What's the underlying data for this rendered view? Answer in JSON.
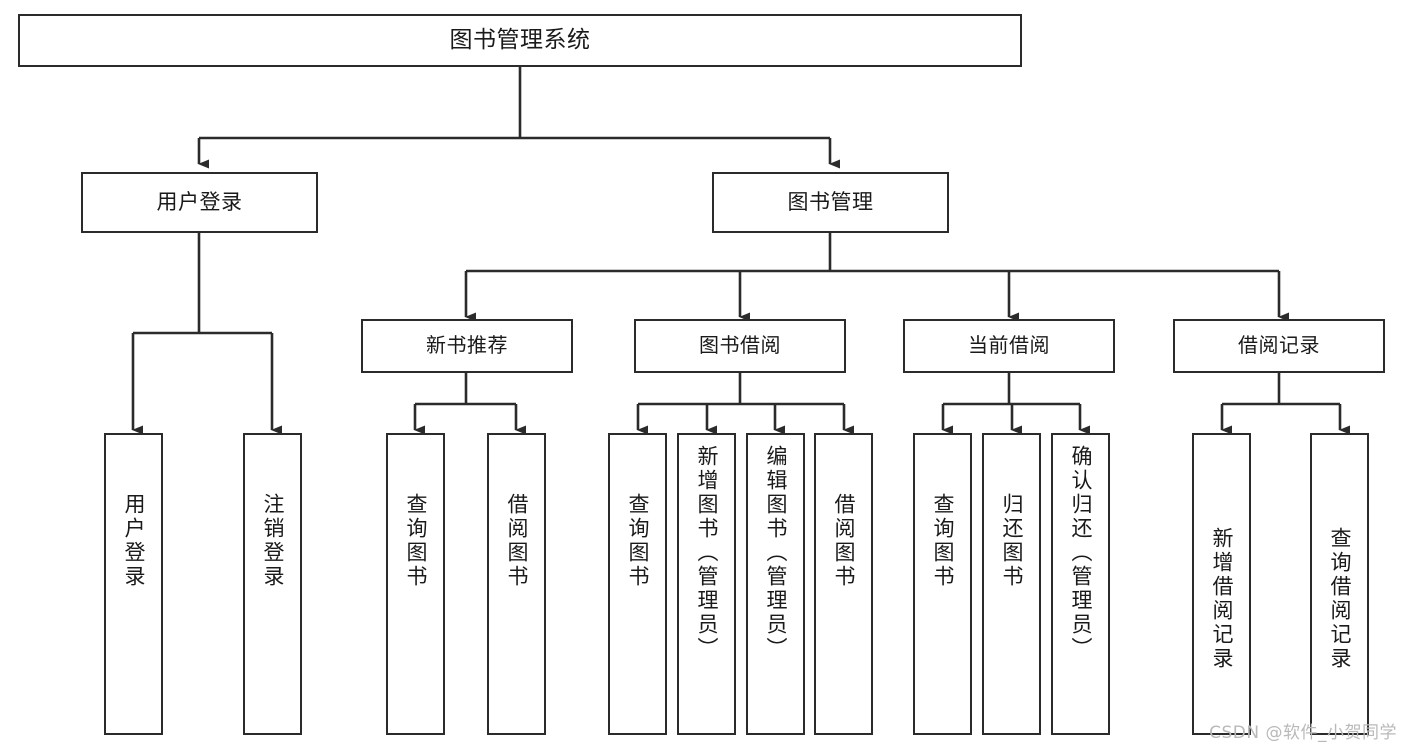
{
  "diagram": {
    "type": "tree-hierarchy",
    "title": "图书管理系统",
    "watermark": "CSDN @软件_小贺同学",
    "colors": {
      "background": "#ffffff",
      "box_border": "#2b2b2b",
      "box_fill": "#ffffff",
      "edge": "#2b2b2b",
      "text": "#1a1a1a",
      "watermark": "#b9b9b9"
    },
    "root": {
      "label": "图书管理系统"
    },
    "level1": [
      {
        "label": "用户登录"
      },
      {
        "label": "图书管理"
      }
    ],
    "level2": [
      {
        "label": "新书推荐"
      },
      {
        "label": "图书借阅"
      },
      {
        "label": "当前借阅"
      },
      {
        "label": "借阅记录"
      }
    ],
    "leaves": {
      "user_login": [
        {
          "label": "用户登录"
        },
        {
          "label": "注销登录"
        }
      ],
      "new_book_recommend": [
        {
          "label": "查询图书"
        },
        {
          "label": "借阅图书"
        }
      ],
      "book_borrow": [
        {
          "label": "查询图书"
        },
        {
          "label": "新增图书（管理员）"
        },
        {
          "label": "编辑图书（管理员）"
        },
        {
          "label": "借阅图书"
        }
      ],
      "current_borrow": [
        {
          "label": "查询图书"
        },
        {
          "label": "归还图书"
        },
        {
          "label": "确认归还（管理员）"
        }
      ],
      "borrow_record": [
        {
          "label": "新增借阅记录"
        },
        {
          "label": "查询借阅记录"
        }
      ]
    }
  }
}
